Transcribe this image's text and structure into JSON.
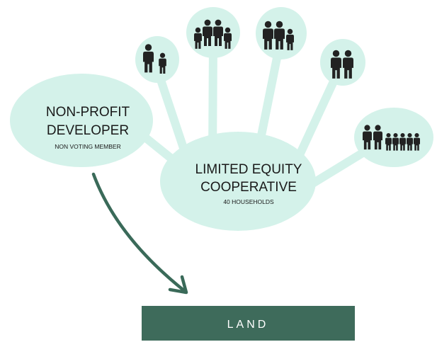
{
  "diagram": {
    "developer": {
      "line1": "NON-PROFIT",
      "line2": "DEVELOPER",
      "sub": "NON VOTING MEMBER"
    },
    "cooperative": {
      "line1": "LIMITED EQUITY",
      "line2": "COOPERATIVE",
      "sub": "40 HOUSEHOLDS"
    },
    "land": {
      "label": "LAND"
    },
    "households": [
      {
        "adults": 1,
        "children": 1
      },
      {
        "adults": 2,
        "children": 2
      },
      {
        "adults": 2,
        "children": 1
      },
      {
        "adults": 2,
        "children": 0
      },
      {
        "adults": 2,
        "children": 5
      }
    ],
    "colors": {
      "bubble": "#d4f2ea",
      "land": "#3e6b5b",
      "arrow": "#3a6a59",
      "figure": "#222222"
    }
  }
}
